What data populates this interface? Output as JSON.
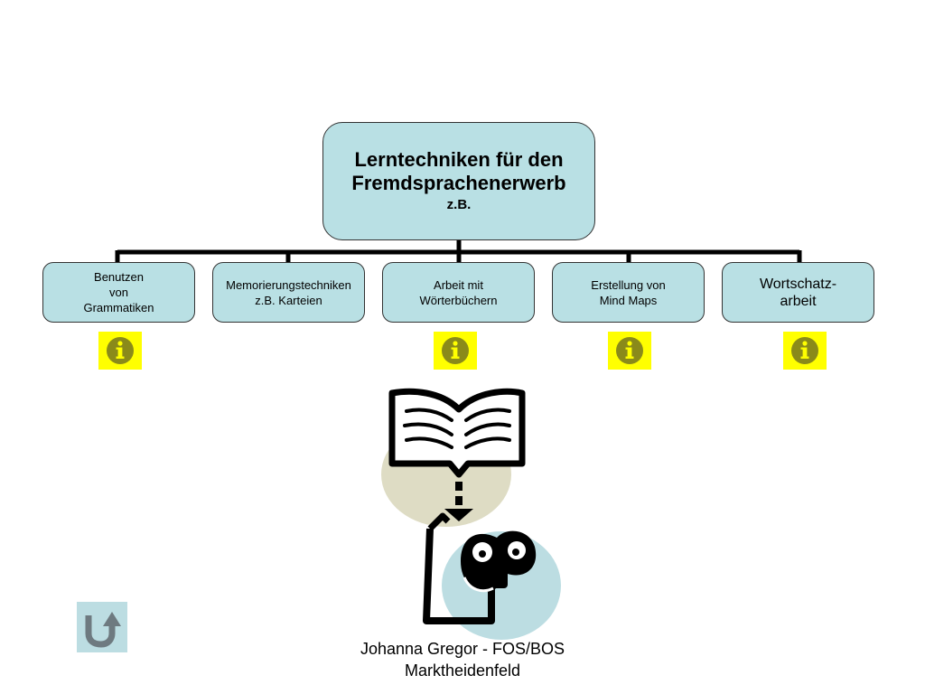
{
  "root": {
    "title_line1": "Lerntechniken für den",
    "title_line2": "Fremdsprachenerwerb",
    "subtitle": "z.B."
  },
  "children": [
    {
      "label": "Benutzen\nvon\nGrammatiken"
    },
    {
      "label": "Memorierungstechniken\nz.B. Karteien"
    },
    {
      "label": "Arbeit mit\nWörterbüchern"
    },
    {
      "label": "Erstellung von\nMind Maps"
    },
    {
      "label": "Wortschatz-\narbeit"
    }
  ],
  "footer": {
    "line1": "Johanna Gregor - FOS/BOS",
    "line2": "Marktheidenfeld"
  },
  "icons": {
    "info": "info-icon",
    "back": "return-arrow-icon",
    "clipart": "book-to-head-icon"
  },
  "colors": {
    "box_fill": "#b9e0e4",
    "info_bg": "#ffff00",
    "info_icon": "#8a8a1a",
    "back_bg": "#bcdde2",
    "back_arrow": "#6e7a80"
  }
}
